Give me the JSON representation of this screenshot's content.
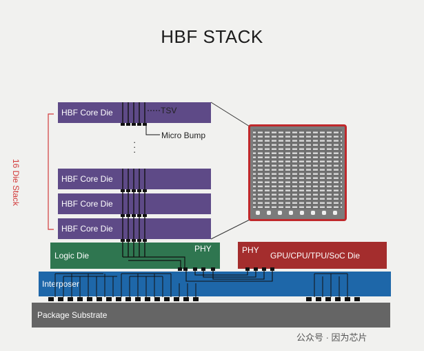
{
  "title": "HBF STACK",
  "stack": {
    "core_die_label": "HBF Core Die",
    "stack_label": "16 Die Stack",
    "tsv_label": "TSV",
    "micro_bump_label": "Micro Bump"
  },
  "logic": {
    "label": "Logic Die",
    "phy": "PHY"
  },
  "soc": {
    "phy": "PHY",
    "label": "GPU/CPU/TPU/SoC Die"
  },
  "interposer": {
    "label": "Interposer"
  },
  "substrate": {
    "label": "Package Substrate"
  },
  "watermark": "公众号 · 因为芯片",
  "colors": {
    "core_die": "#5e4a87",
    "logic_die": "#2f7650",
    "soc_die": "#a42d2d",
    "interposer": "#1e67a9",
    "substrate": "#656565",
    "accent_red": "#c0282b"
  }
}
